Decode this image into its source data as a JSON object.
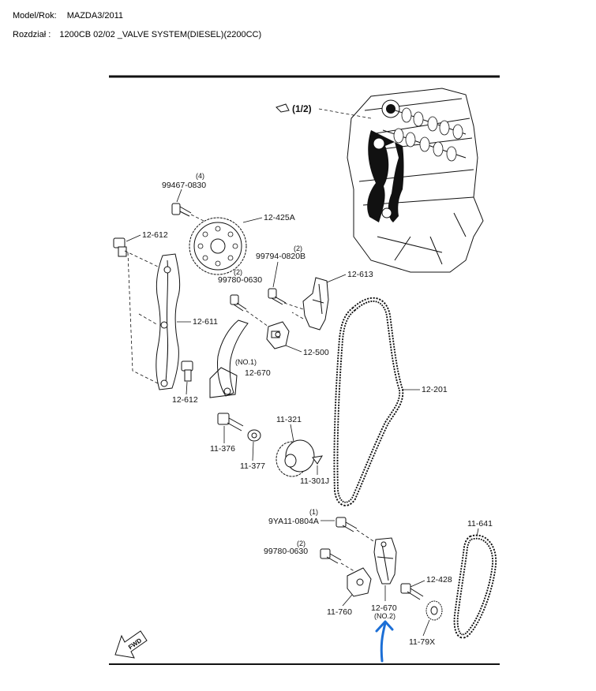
{
  "header": {
    "model_label": "Model/Rok:",
    "model_value": "MAZDA3/2011",
    "section_label": "Rozdział :",
    "section_value": "1200CB 02/02 _VALVE SYSTEM(DIESEL)(2200CC)"
  },
  "diagram": {
    "ref_page": "(1/2)",
    "fwd": "FWD",
    "callouts": {
      "p99467": "99467-0830",
      "p99467_qty": "(4)",
      "p12425A": "12-425A",
      "p12612a": "12-612",
      "p12612b": "12-612",
      "p12611": "12-611",
      "p99794": "99794-0820B",
      "p99794_qty": "(2)",
      "p99780a": "99780-0630",
      "p99780a_qty": "(2)",
      "p12613": "12-613",
      "p12500": "12-500",
      "p12670a": "12-670",
      "p12670a_note": "(NO.1)",
      "p12201": "12-201",
      "p11321": "11-321",
      "p11376": "11-376",
      "p11377": "11-377",
      "p11301J": "11-301J",
      "p9YA11": "9YA11-0804A",
      "p9YA11_qty": "(1)",
      "p99780b": "99780-0630",
      "p99780b_qty": "(2)",
      "p11641": "11-641",
      "p12428": "12-428",
      "p11760": "11-760",
      "p12670b": "12-670",
      "p12670b_note": "(NO.2)",
      "p1179X": "11-79X"
    }
  }
}
